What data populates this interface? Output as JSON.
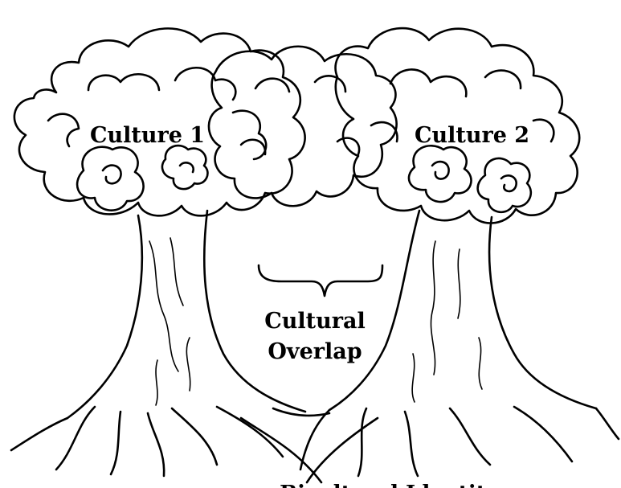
{
  "labels": {
    "culture_1": "Culture 1",
    "culture_2": "Culture 2",
    "overlap_line_1": "Cultural",
    "overlap_line_2": "Overlap"
  },
  "caption": "Bicultural Identity",
  "colors": {
    "ink": "#000000",
    "background": "#ffffff"
  }
}
